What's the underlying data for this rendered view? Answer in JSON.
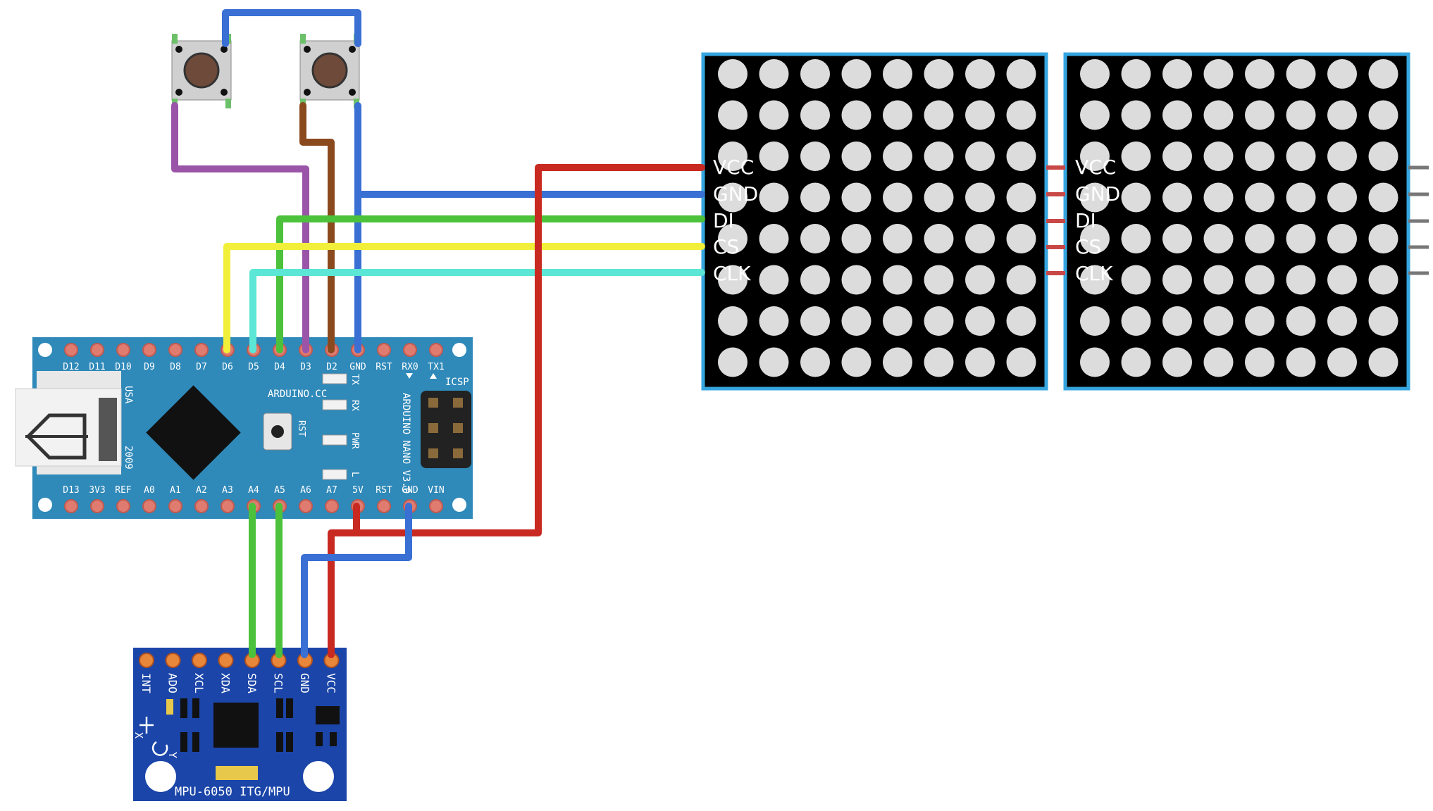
{
  "nano": {
    "top_labels": [
      "D12",
      "D11",
      "D10",
      "D9",
      "D8",
      "D7",
      "D6",
      "D5",
      "D4",
      "D3",
      "D2",
      "GND",
      "RST",
      "RX0",
      "TX1"
    ],
    "bottom_labels": [
      "D13",
      "3V3",
      "REF",
      "A0",
      "A1",
      "A2",
      "A3",
      "A4",
      "A5",
      "A6",
      "A7",
      "5V",
      "RST",
      "GND",
      "VIN"
    ],
    "icsp_label": "ICSP",
    "site_label": "ARDUINO.CC",
    "model_label": "ARDUINO NANO V3.0",
    "usa_label": "USA",
    "year_label": "2009",
    "rst_label": "RST",
    "led_labels": [
      "TX",
      "RX",
      "PWR",
      "L"
    ]
  },
  "matrix": {
    "pin_labels": [
      "VCC",
      "GND",
      "DI",
      "CS",
      "CLK"
    ],
    "rows": 8,
    "cols": 8
  },
  "mpu": {
    "pin_labels": [
      "INT",
      "ADO",
      "XCL",
      "XDA",
      "SDA",
      "SCL",
      "GND",
      "VCC"
    ],
    "title": "MPU-6050 ITG/MPU",
    "axis_x": "X",
    "axis_y": "Y"
  },
  "colors": {
    "wire_blue": "#3a6fd4",
    "wire_green": "#4cc23c",
    "wire_yellow": "#f2ef3a",
    "wire_cyan": "#5ce6d6",
    "wire_purple": "#9a55a8",
    "wire_brown": "#8a4a1e",
    "wire_red": "#c82a22",
    "board_blue": "#2f89b9",
    "mpu_blue": "#1b45a8",
    "matrix_frame": "#35a6e0"
  }
}
